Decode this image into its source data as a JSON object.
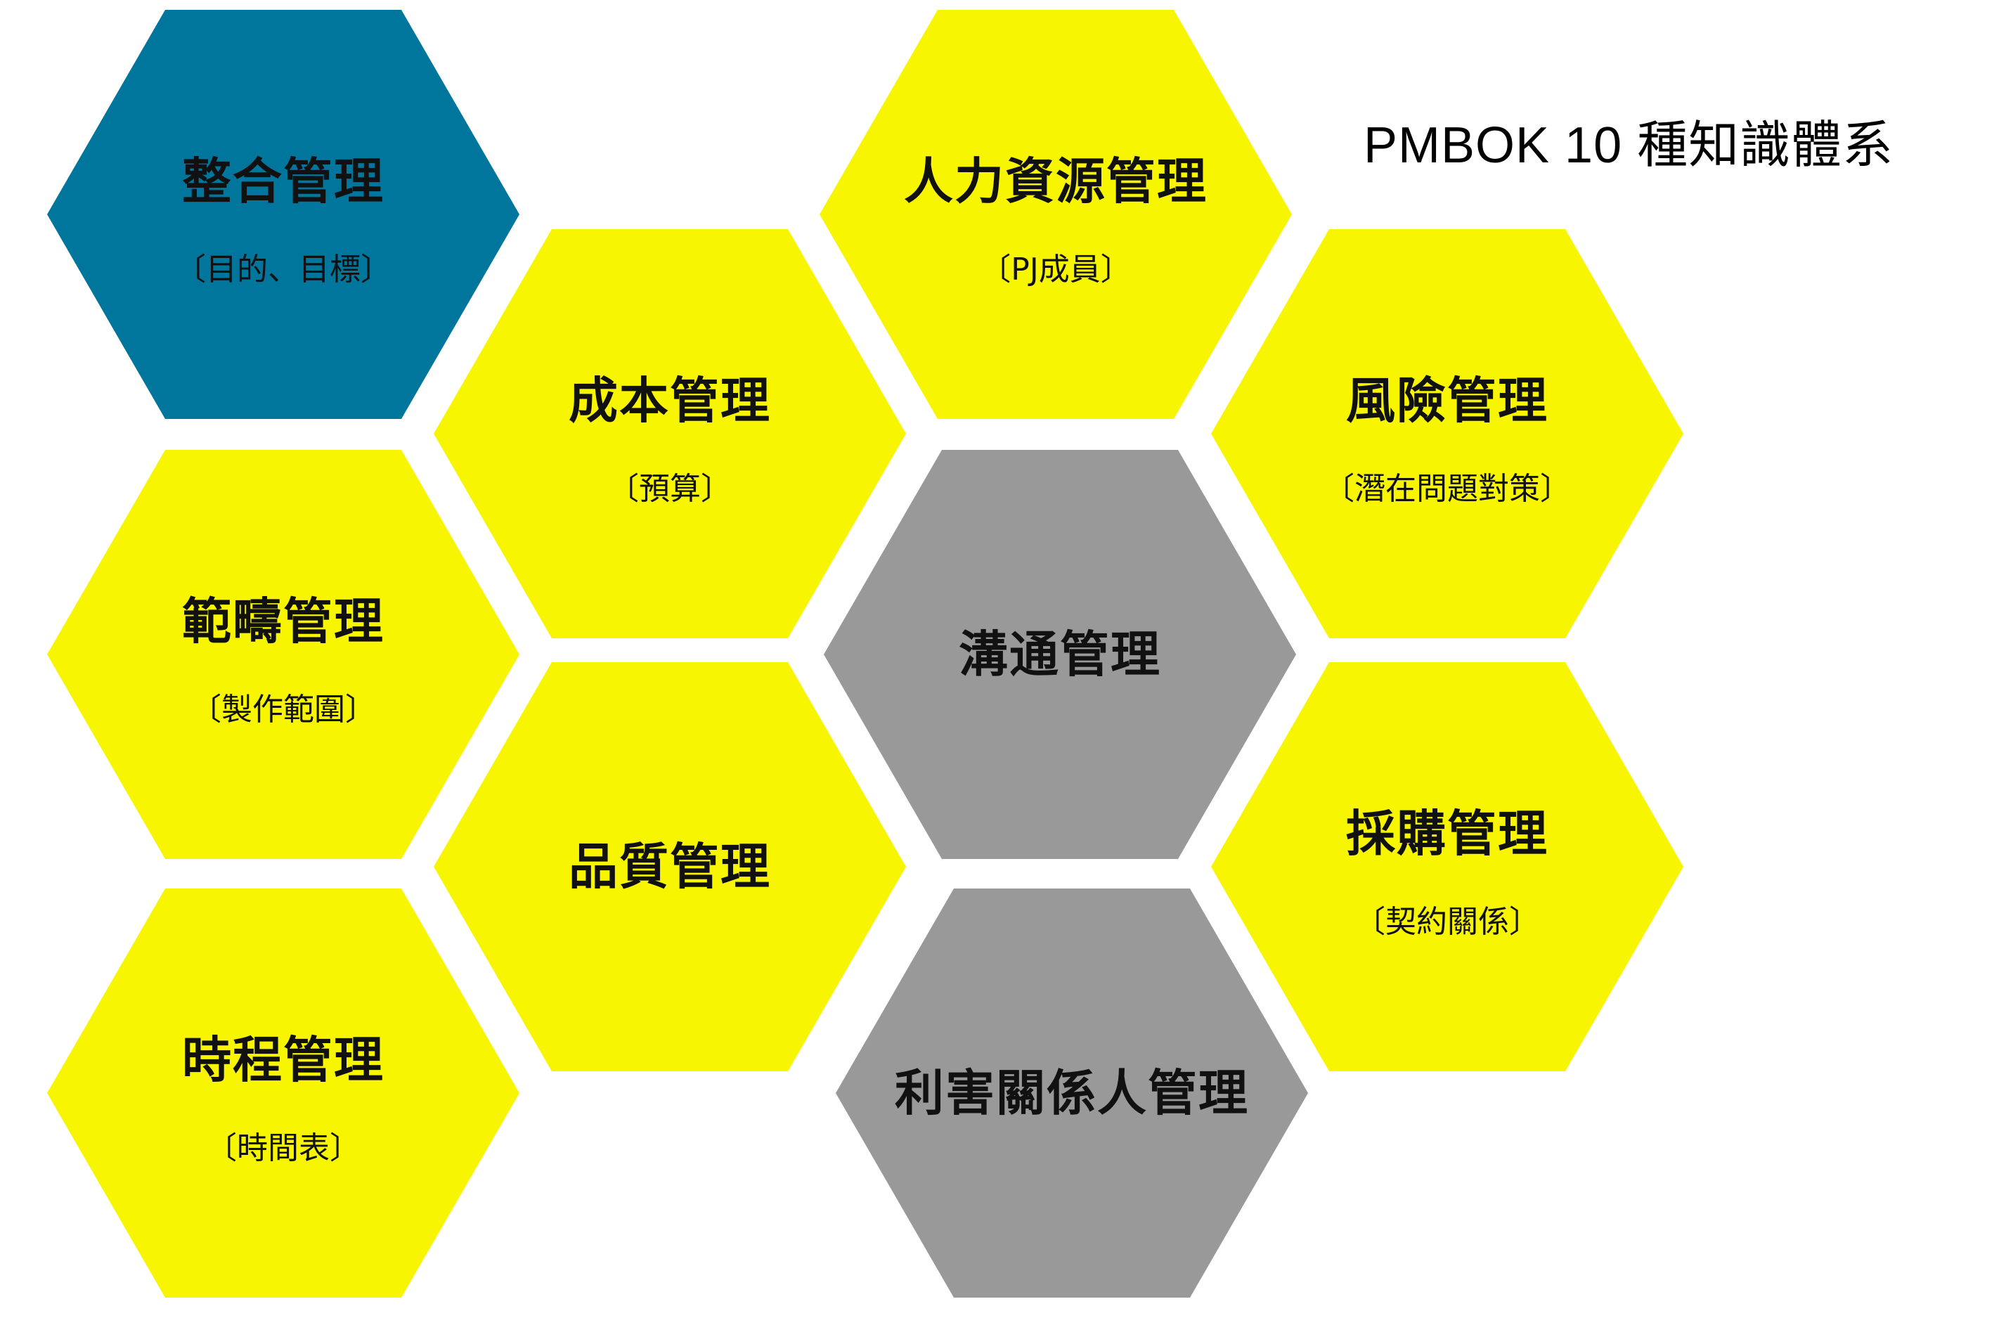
{
  "title": "PMBOK 10 種知識體系",
  "colors": {
    "highlight": "#00769c",
    "primary": "#f7f600",
    "secondary": "#999999",
    "background": "#ffffff",
    "text": "#111111"
  },
  "knowledge_areas": [
    {
      "id": "integration",
      "label": "整合管理",
      "sub": "〔目的、目標〕",
      "color": "highlight"
    },
    {
      "id": "cost",
      "label": "成本管理",
      "sub": "〔預算〕",
      "color": "primary"
    },
    {
      "id": "human-resource",
      "label": "人力資源管理",
      "sub": "〔PJ成員〕",
      "color": "primary"
    },
    {
      "id": "risk",
      "label": "風險管理",
      "sub": "〔潛在問題對策〕",
      "color": "primary"
    },
    {
      "id": "scope",
      "label": "範疇管理",
      "sub": "〔製作範圍〕",
      "color": "primary"
    },
    {
      "id": "communication",
      "label": "溝通管理",
      "sub": "",
      "color": "secondary"
    },
    {
      "id": "quality",
      "label": "品質管理",
      "sub": "",
      "color": "primary"
    },
    {
      "id": "procurement",
      "label": "採購管理",
      "sub": "〔契約關係〕",
      "color": "primary"
    },
    {
      "id": "schedule",
      "label": "時程管理",
      "sub": "〔時間表〕",
      "color": "primary"
    },
    {
      "id": "stakeholder",
      "label": "利害關係人管理",
      "sub": "",
      "color": "secondary"
    }
  ]
}
